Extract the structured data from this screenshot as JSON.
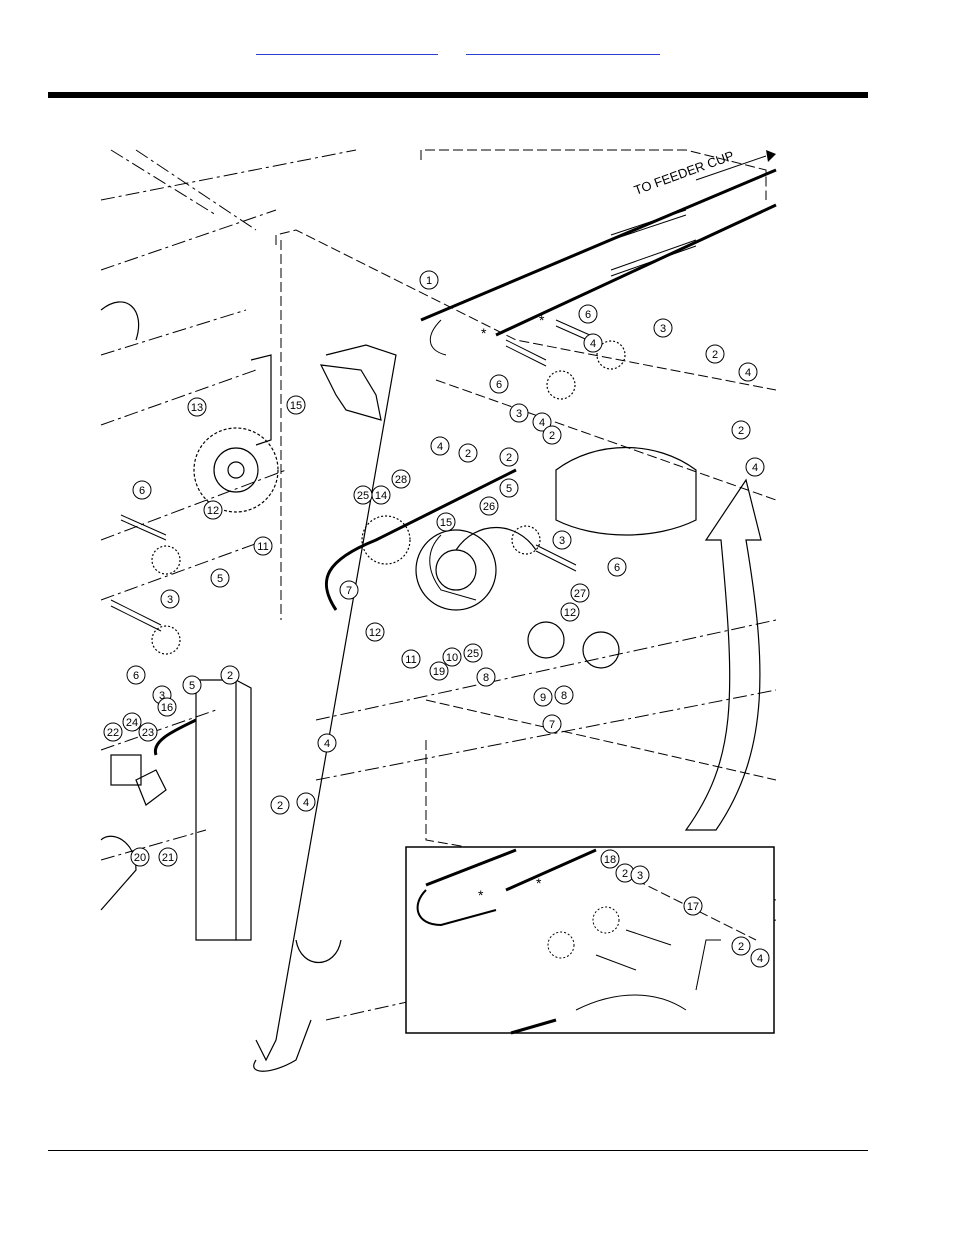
{
  "header": {
    "link_left": "",
    "link_right": ""
  },
  "diagram": {
    "arrow_label": "TO FEEDER CUP",
    "callout_numbers": [
      "1",
      "2",
      "3",
      "4",
      "5",
      "6",
      "7",
      "8",
      "9",
      "10",
      "11",
      "12",
      "13",
      "14",
      "15",
      "16",
      "17",
      "18",
      "19",
      "20",
      "21",
      "22",
      "23",
      "24",
      "25",
      "26",
      "27",
      "28"
    ],
    "callouts_main": [
      {
        "n": "1"
      },
      {
        "n": "6"
      },
      {
        "n": "3"
      },
      {
        "n": "4"
      },
      {
        "n": "2"
      },
      {
        "n": "4"
      },
      {
        "n": "6"
      },
      {
        "n": "3"
      },
      {
        "n": "4"
      },
      {
        "n": "2"
      },
      {
        "n": "2"
      },
      {
        "n": "4"
      },
      {
        "n": "13"
      },
      {
        "n": "15"
      },
      {
        "n": "4"
      },
      {
        "n": "2"
      },
      {
        "n": "2"
      },
      {
        "n": "28"
      },
      {
        "n": "25"
      },
      {
        "n": "14"
      },
      {
        "n": "15"
      },
      {
        "n": "26"
      },
      {
        "n": "5"
      },
      {
        "n": "3"
      },
      {
        "n": "6"
      },
      {
        "n": "6"
      },
      {
        "n": "12"
      },
      {
        "n": "11"
      },
      {
        "n": "3"
      },
      {
        "n": "5"
      },
      {
        "n": "7"
      },
      {
        "n": "27"
      },
      {
        "n": "12"
      },
      {
        "n": "12"
      },
      {
        "n": "11"
      },
      {
        "n": "19"
      },
      {
        "n": "10"
      },
      {
        "n": "25"
      },
      {
        "n": "8"
      },
      {
        "n": "9"
      },
      {
        "n": "8"
      },
      {
        "n": "7"
      },
      {
        "n": "6"
      },
      {
        "n": "3"
      },
      {
        "n": "5"
      },
      {
        "n": "2"
      },
      {
        "n": "16"
      },
      {
        "n": "4"
      },
      {
        "n": "2"
      },
      {
        "n": "4"
      },
      {
        "n": "22"
      },
      {
        "n": "24"
      },
      {
        "n": "23"
      },
      {
        "n": "20"
      },
      {
        "n": "21"
      }
    ],
    "callouts_inset": [
      {
        "n": "18"
      },
      {
        "n": "2"
      },
      {
        "n": "3"
      },
      {
        "n": "17"
      },
      {
        "n": "2"
      },
      {
        "n": "4"
      }
    ],
    "asterisk": "*"
  }
}
